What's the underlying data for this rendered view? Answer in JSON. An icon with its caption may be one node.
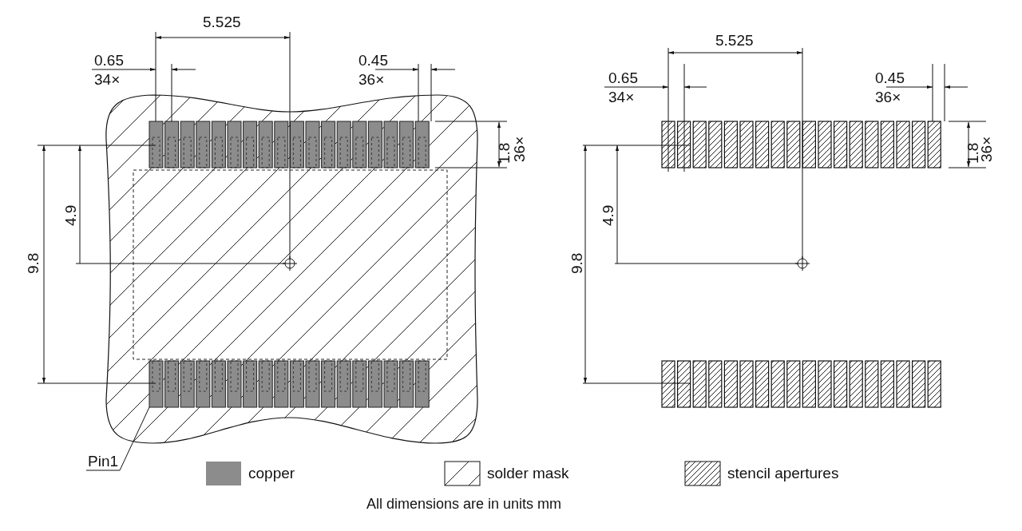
{
  "diagram": {
    "caption": "All dimensions are in units mm",
    "nodes": [
      {
        "text": [
          "Pin1"
        ]
      },
      {
        "text": [],
        "shape": "box"
      }
    ],
    "edges": [
      {
        "from": 0,
        "to": 1,
        "arrow": "none"
      }
    ],
    "labels": [
      "5.525",
      "0.65",
      "34×",
      "0.45",
      "36×",
      "1.8",
      "36×",
      "4.9",
      "9.8",
      "5.525",
      "0.65",
      "34×",
      "0.45",
      "36×",
      "1.8",
      "36×",
      "4.9",
      "9.8"
    ],
    "legend": [
      {
        "text": "copper",
        "color": "#8c8c8c"
      },
      {
        "text": "solder mask"
      },
      {
        "text": "stencil apertures"
      }
    ]
  }
}
